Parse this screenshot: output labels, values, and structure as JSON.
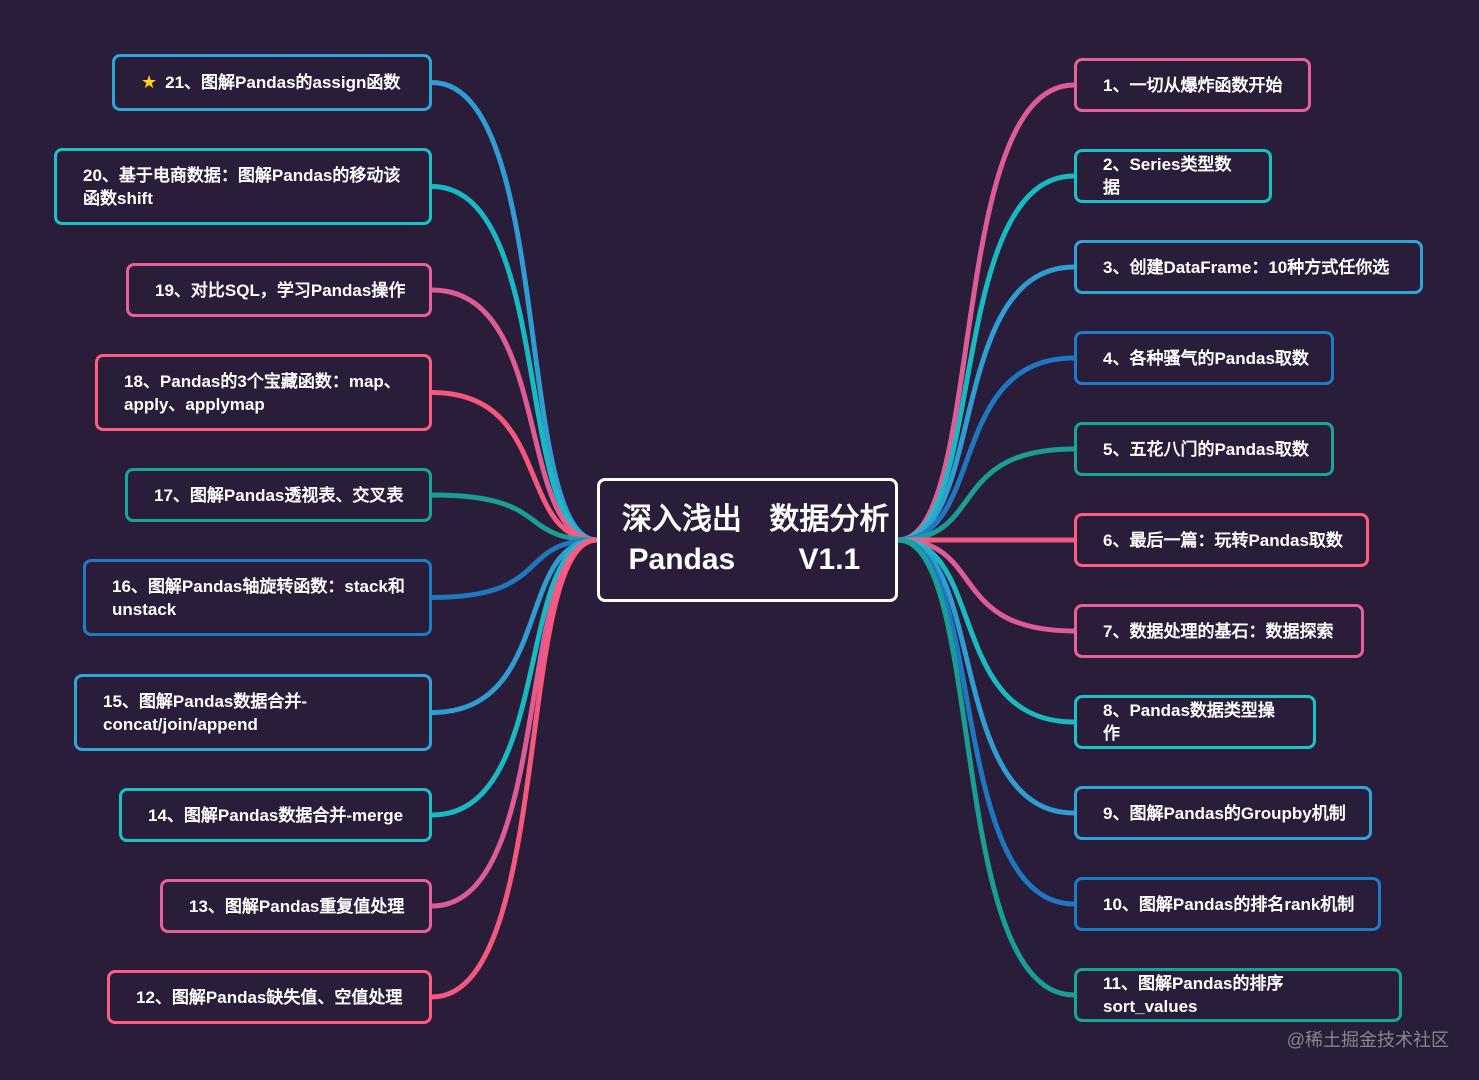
{
  "center": {
    "line1": "深入浅出Pandas",
    "line2": "数据分析V1.1"
  },
  "right_nodes": [
    {
      "label": "1、一切从爆炸函数开始",
      "color": "#e8609a"
    },
    {
      "label": "2、Series类型数据",
      "color": "#18c2c8"
    },
    {
      "label": "3、创建DataFrame：10种方式任你选",
      "color": "#2fa4d9"
    },
    {
      "label": "4、各种骚气的Pandas取数",
      "color": "#1e7cc6"
    },
    {
      "label": "5、五花八门的Pandas取数",
      "color": "#17a59a"
    },
    {
      "label": "6、最后一篇：玩转Pandas取数",
      "color": "#ff5c7f"
    },
    {
      "label": "7、数据处理的基石：数据探索",
      "color": "#e8609a"
    },
    {
      "label": "8、Pandas数据类型操作",
      "color": "#18c2c8"
    },
    {
      "label": "9、图解Pandas的Groupby机制",
      "color": "#2fa4d9"
    },
    {
      "label": "10、图解Pandas的排名rank机制",
      "color": "#1e7cc6"
    },
    {
      "label": "11、图解Pandas的排序sort_values",
      "color": "#17a59a"
    }
  ],
  "left_nodes": [
    {
      "label": "21、图解Pandas的assign函数",
      "star": "★",
      "color": "#2fa4d9"
    },
    {
      "label": "20、基于电商数据：图解Pandas的移动该函数shift",
      "color": "#18c2c8"
    },
    {
      "label": "19、对比SQL，学习Pandas操作",
      "color": "#e8609a"
    },
    {
      "label": "18、Pandas的3个宝藏函数：map、apply、applymap",
      "color": "#ff5c7f"
    },
    {
      "label": "17、图解Pandas透视表、交叉表",
      "color": "#17a59a"
    },
    {
      "label": "16、图解Pandas轴旋转函数：stack和unstack",
      "color": "#1e7cc6"
    },
    {
      "label": "15、图解Pandas数据合并-concat/join/append",
      "color": "#2fa4d9"
    },
    {
      "label": "14、图解Pandas数据合并-merge",
      "color": "#18c2c8"
    },
    {
      "label": "13、图解Pandas重复值处理",
      "color": "#e8609a"
    },
    {
      "label": "12、图解Pandas缺失值、空值处理",
      "color": "#ff5c7f"
    }
  ],
  "watermark": "@稀土掘金技术社区"
}
